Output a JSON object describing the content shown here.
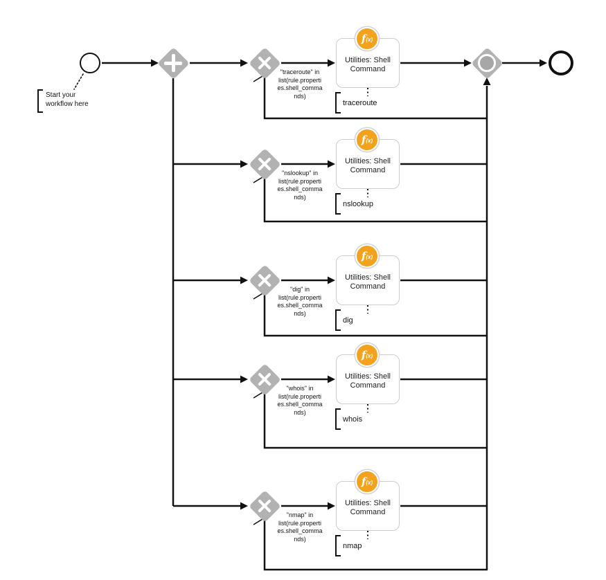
{
  "start": {
    "label": "Start your\nworkflow here"
  },
  "icons": {
    "function_badge_f": "f",
    "function_badge_args": "(x)",
    "parallel_gateway": "plus",
    "decision_gateway": "x-cross",
    "join_gateway": "circle-in-diamond"
  },
  "colors": {
    "gateway_gray": "#b2b2b2",
    "join_inner_gray": "#a7a7a7",
    "badge_orange": "#f2a21d",
    "task_border_gray": "#cbcbcb",
    "line_black": "#111111"
  },
  "branches": [
    {
      "condition": "\"traceroute\" in\nlist(rule.properti\nes.shell_comma\nnds)",
      "task_title": "Utilities: Shell Command",
      "label": "traceroute"
    },
    {
      "condition": "\"nslookup\" in\nlist(rule.properti\nes.shell_comma\nnds)",
      "task_title": "Utilities: Shell Command",
      "label": "nslookup"
    },
    {
      "condition": "\"dig\" in\nlist(rule.properti\nes.shell_comma\nnds)",
      "task_title": "Utilities: Shell Command",
      "label": "dig"
    },
    {
      "condition": "\"whois\" in\nlist(rule.properti\nes.shell_comma\nnds)",
      "task_title": "Utilities: Shell Command",
      "label": "whois"
    },
    {
      "condition": "\"nmap\" in\nlist(rule.properti\nes.shell_comma\nnds)",
      "task_title": "Utilities: Shell Command",
      "label": "nmap"
    }
  ]
}
